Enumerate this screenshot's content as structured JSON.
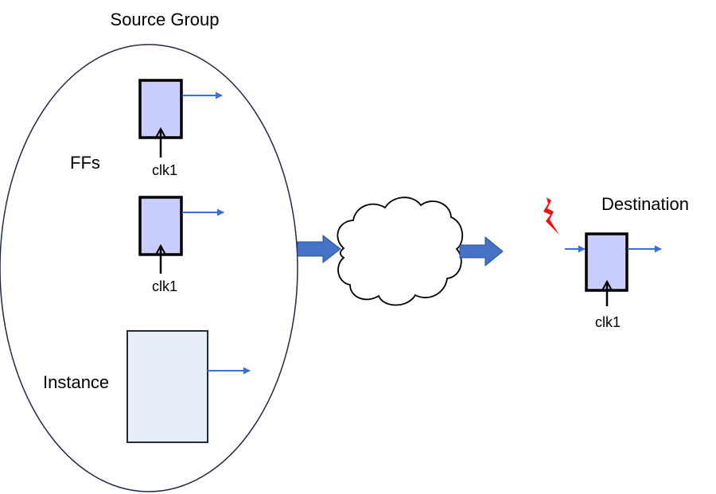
{
  "source_group": {
    "title": "Source Group",
    "ffs_label": "FFs",
    "instance_label": "Instance",
    "ff_clocks": [
      "clk1",
      "clk1"
    ]
  },
  "destination": {
    "title": "Destination",
    "clock": "clk1"
  },
  "colors": {
    "ff_fill": "#c8cdfb",
    "instance_fill": "#e8eef7",
    "signal_arrow": "#3a6fd8",
    "block_arrow": "#4472c4",
    "lightning": "#ee1111",
    "outline": "#000000"
  }
}
